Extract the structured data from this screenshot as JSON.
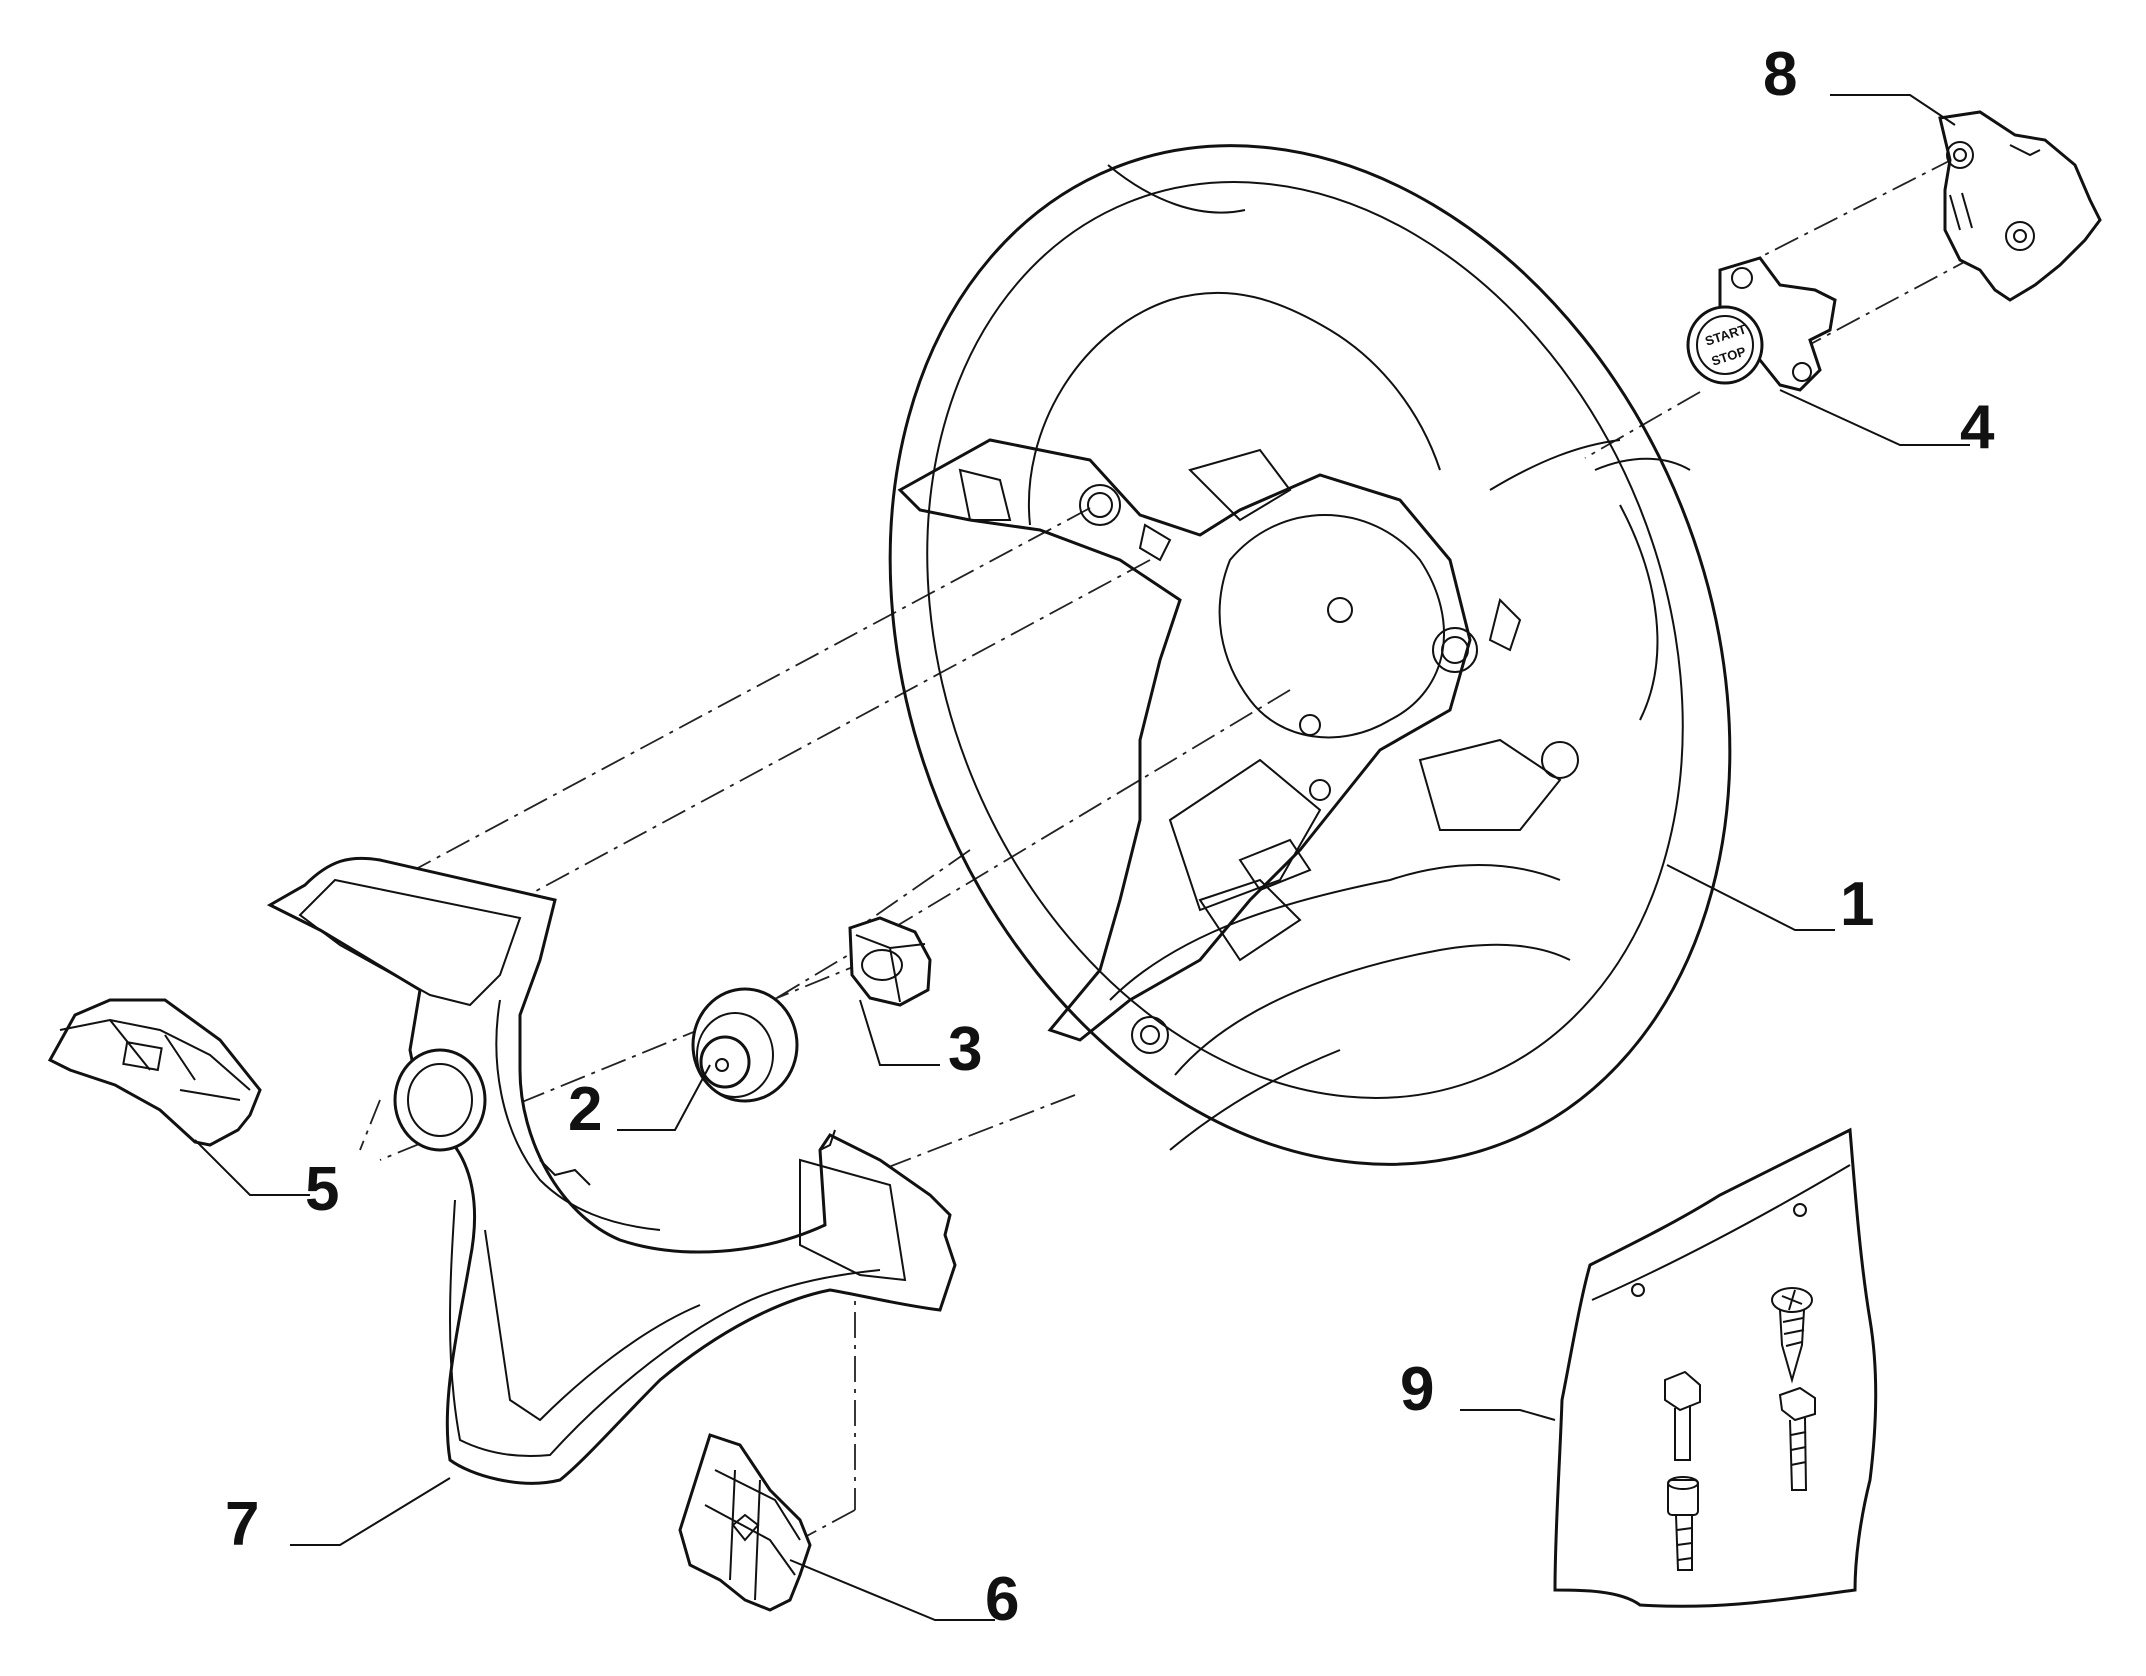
{
  "parts": [
    {
      "number": "1",
      "name": "steering-wheel"
    },
    {
      "number": "2",
      "name": "horn-plug"
    },
    {
      "number": "3",
      "name": "hex-nut"
    },
    {
      "number": "4",
      "name": "start-stop-button"
    },
    {
      "number": "5",
      "name": "left-control-switch"
    },
    {
      "number": "6",
      "name": "right-control-switch"
    },
    {
      "number": "7",
      "name": "spoke-trim-cover"
    },
    {
      "number": "8",
      "name": "start-stop-cover"
    },
    {
      "number": "9",
      "name": "fastener-kit-bag"
    }
  ],
  "button_text": {
    "line1": "START",
    "line2": "STOP"
  }
}
